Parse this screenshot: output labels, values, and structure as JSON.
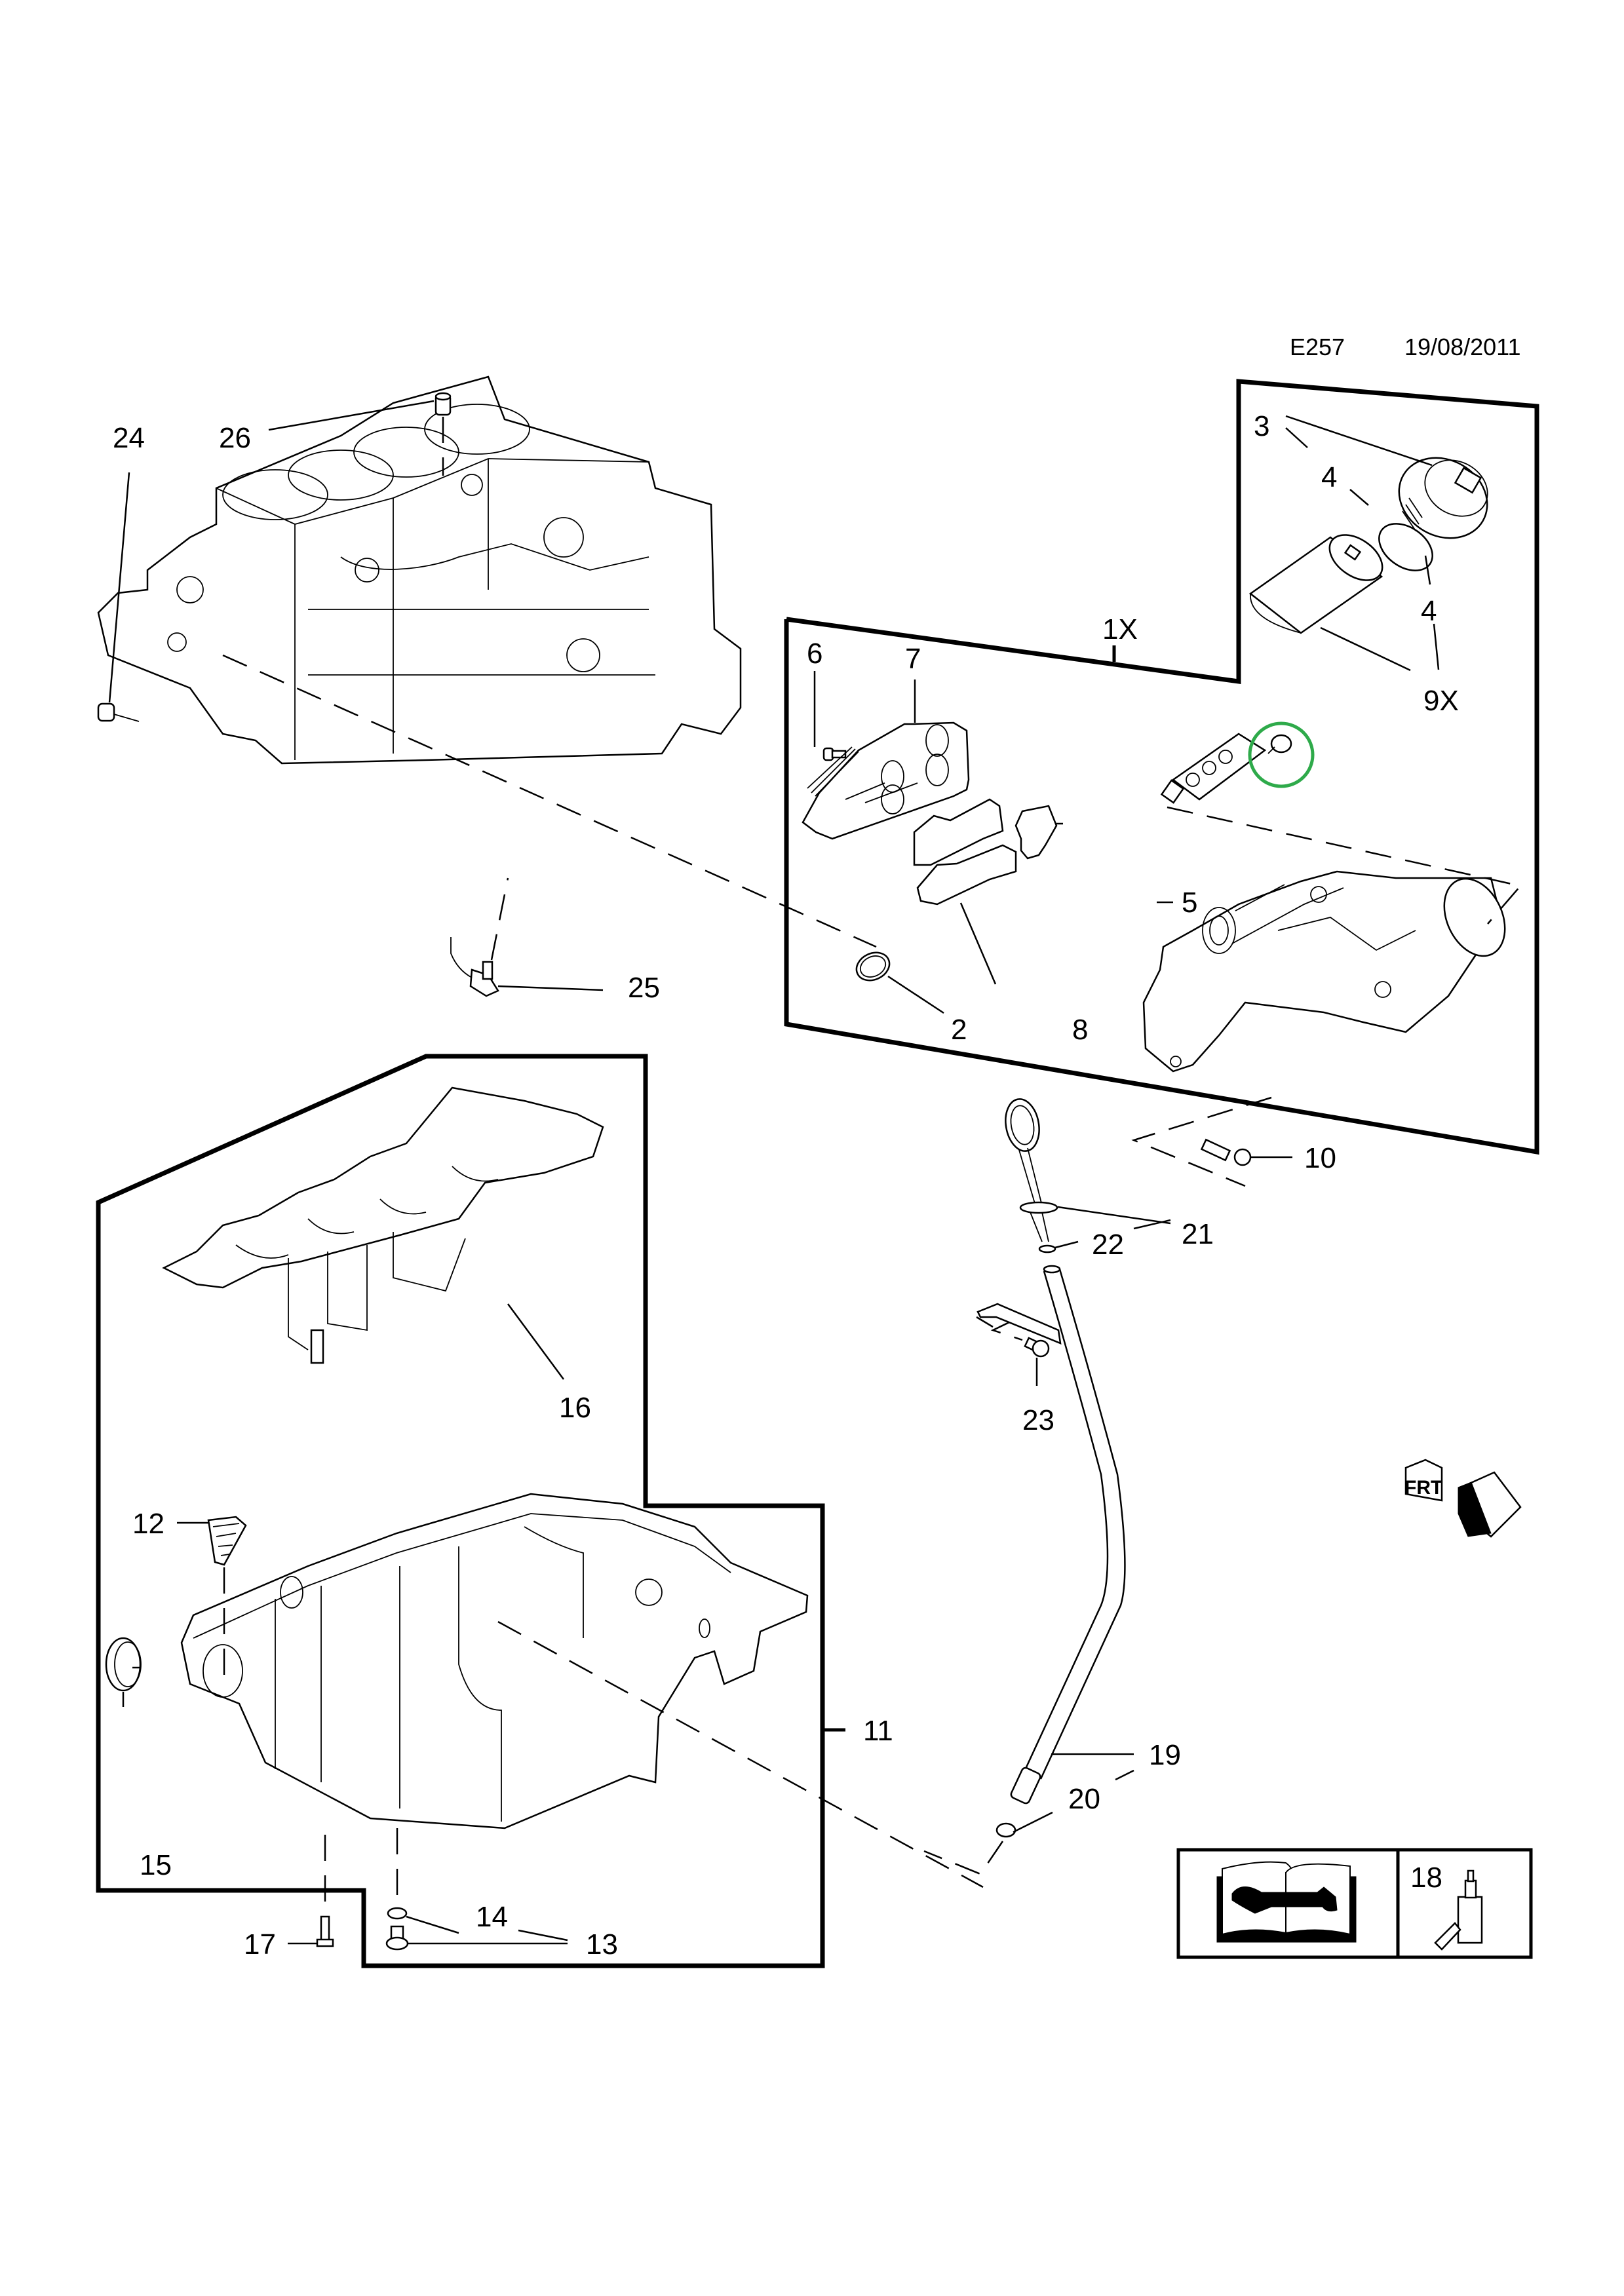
{
  "header": {
    "diagram_code": "E257",
    "date": "19/08/2011"
  },
  "highlight_color": "#2eaa4a",
  "callouts": {
    "c1": "1X",
    "c2": "2",
    "c3": "3",
    "c4a": "4",
    "c4b": "4",
    "c5": "5",
    "c6": "6",
    "c7": "7",
    "c8": "8",
    "c9": "9X",
    "c10": "10",
    "c11": "11",
    "c12": "12",
    "c13": "13",
    "c14": "14",
    "c15": "15",
    "c16": "16",
    "c17": "17",
    "c18": "18",
    "c19": "19",
    "c20": "20",
    "c21": "21",
    "c22": "22",
    "c23": "23",
    "c24": "24",
    "c25": "25",
    "c26": "26"
  },
  "direction_marker": "FRT",
  "legend": {
    "manual_icon": "repair-manual-icon",
    "sealant_icon": "sealant-bottle-icon",
    "sealant_ref": "18"
  },
  "parts": [
    {
      "ref": "1X",
      "component": "oil-filter-housing-assembly"
    },
    {
      "ref": "2",
      "component": "seal-ring"
    },
    {
      "ref": "3",
      "component": "oil-filter-cap"
    },
    {
      "ref": "4",
      "component": "o-ring"
    },
    {
      "ref": "5",
      "component": "gasket"
    },
    {
      "ref": "6",
      "component": "bolt"
    },
    {
      "ref": "7",
      "component": "oil-cooler"
    },
    {
      "ref": "8",
      "component": "gasket"
    },
    {
      "ref": "9X",
      "component": "oil-filter-element"
    },
    {
      "ref": "10",
      "component": "bolt"
    },
    {
      "ref": "11",
      "component": "oil-pan"
    },
    {
      "ref": "12",
      "component": "oil-strainer"
    },
    {
      "ref": "13",
      "component": "drain-plug"
    },
    {
      "ref": "14",
      "component": "seal-ring"
    },
    {
      "ref": "15",
      "component": "plug"
    },
    {
      "ref": "16",
      "component": "baffle-plate"
    },
    {
      "ref": "17",
      "component": "bolt"
    },
    {
      "ref": "18",
      "component": "sealant"
    },
    {
      "ref": "19",
      "component": "dipstick-tube"
    },
    {
      "ref": "20",
      "component": "o-ring"
    },
    {
      "ref": "21",
      "component": "dipstick"
    },
    {
      "ref": "22",
      "component": "o-ring"
    },
    {
      "ref": "23",
      "component": "bolt"
    },
    {
      "ref": "24",
      "component": "plug"
    },
    {
      "ref": "25",
      "component": "oil-pressure-switch"
    },
    {
      "ref": "26",
      "component": "dowel"
    }
  ]
}
